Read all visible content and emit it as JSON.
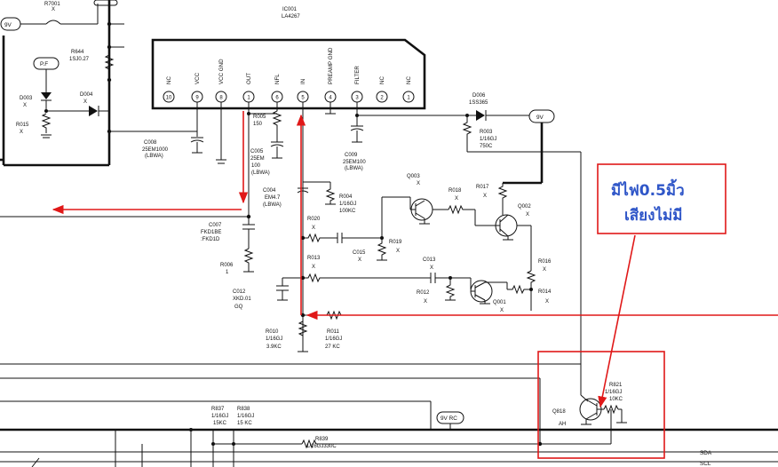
{
  "ic": {
    "ref": "IC001",
    "part": "LA4267",
    "pins": [
      {
        "num": "10",
        "name": "NC"
      },
      {
        "num": "9",
        "name": "VCC"
      },
      {
        "num": "8",
        "name": "VCC GND"
      },
      {
        "num": "1",
        "name": "OUT"
      },
      {
        "num": "6",
        "name": "NFL"
      },
      {
        "num": "5",
        "name": "IN"
      },
      {
        "num": "4",
        "name": "PREAMP GND"
      },
      {
        "num": "3",
        "name": "FILTER"
      },
      {
        "num": "2",
        "name": "NC"
      },
      {
        "num": "1",
        "name": "NC"
      }
    ]
  },
  "terminals": {
    "pf": "P.F",
    "nine_v": "9V",
    "nine_v_right": "9V",
    "nine_v_rc": "9V RC"
  },
  "components": {
    "r644": [
      "R644",
      "1SJ0.27"
    ],
    "d003": [
      "D003",
      "X"
    ],
    "d004": [
      "D004",
      "X"
    ],
    "r015": [
      "R015",
      "X"
    ],
    "c008": [
      "C008",
      "25EM1000",
      "(LBWA)"
    ],
    "r005": [
      "R005",
      "150"
    ],
    "c005": [
      "C005",
      "25EM",
      "100",
      "(LBWA)"
    ],
    "c004": [
      "C004",
      "EM4.7",
      "(LBWA)"
    ],
    "r004": [
      "R004",
      "1/16GJ",
      "100KC"
    ],
    "c009": [
      "C009",
      "25EM100",
      "(LBWA)"
    ],
    "d006": [
      "D006",
      "1SS365"
    ],
    "r003": [
      "R003",
      "1/16GJ",
      "750C"
    ],
    "c007": [
      "C007",
      "FKD1BE",
      ":FKD1D"
    ],
    "r006": [
      "R006",
      "1"
    ],
    "c012": [
      "C012",
      "XKD.01",
      "GQ"
    ],
    "r020": [
      "R020",
      "X"
    ],
    "c015": [
      "C015",
      "X"
    ],
    "r019": [
      "R019",
      "X"
    ],
    "q003": [
      "Q003",
      "X"
    ],
    "r018": [
      "R018",
      "X"
    ],
    "r017": [
      "R017",
      "X"
    ],
    "q002": [
      "Q002",
      "X"
    ],
    "r013": [
      "R013",
      "X"
    ],
    "c013": [
      "C013",
      "X"
    ],
    "r012": [
      "R012",
      "X"
    ],
    "q001": [
      "Q001",
      "X"
    ],
    "r016": [
      "R016",
      "X"
    ],
    "r014": [
      "R014",
      "X"
    ],
    "r010": [
      "R010",
      "1/16GJ",
      "3.9KC"
    ],
    "r011": [
      "R011",
      "1/16GJ",
      "27 KC"
    ],
    "r821": [
      "R821",
      "1/16GJ",
      "10KC"
    ],
    "q818": [
      "Q818",
      "AH"
    ],
    "r837": [
      "R837",
      "1/16GJ",
      "15KC"
    ],
    "r838": [
      "R838",
      "1/16GJ",
      "15 KC"
    ],
    "r839": [
      "R839",
      "1/16GJ330C"
    ],
    "top_ref": [
      "R7001",
      "X"
    ]
  },
  "bus_labels": {
    "sda": "SDA",
    "scl": "SCL"
  },
  "annotation": {
    "line1": "มีไฟ0.5มิ้ว",
    "line2": "เสียงไม่มี"
  },
  "colors": {
    "annotation_text": "#2f56c8",
    "annotation_box": "#e01818",
    "arrows": "#e01818",
    "ink": "#111111"
  }
}
